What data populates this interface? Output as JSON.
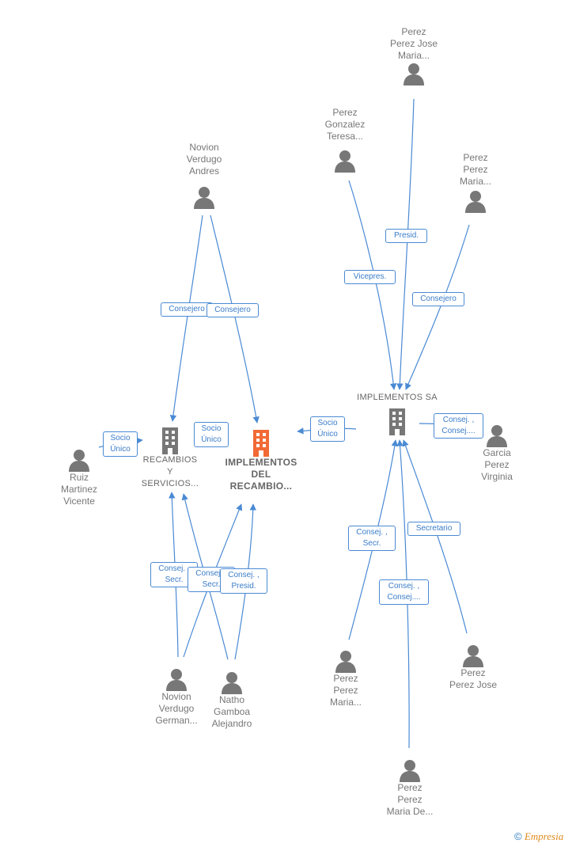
{
  "colors": {
    "edge": "#4a8ad4",
    "person": "#777777",
    "building": "#777777",
    "focus_building": "#f26a36"
  },
  "people": {
    "perez_jose_maria": "Perez\nPerez Jose\nMaria...",
    "perez_gonzalez_teresa": "Perez\nGonzalez\nTeresa...",
    "perez_perez_maria_top": "Perez\nPerez\nMaria...",
    "novion_verdugo_andres": "Novion\nVerdugo\nAndres",
    "ruiz_martinez_vicente": "Ruiz\nMartinez\nVicente",
    "garcia_perez_virginia": "Garcia\nPerez\nVirginia",
    "novion_verdugo_german": "Novion\nVerdugo\nGerman...",
    "natho_gamboa_alejandro": "Natho\nGamboa\nAlejandro",
    "perez_perez_maria_bottom": "Perez\nPerez\nMaria...",
    "perez_perez_jose": "Perez\nPerez Jose",
    "perez_perez_maria_de": "Perez\nPerez\nMaria De..."
  },
  "companies": {
    "implementos_sa": "IMPLEMENTOS SA",
    "recambios": "RECAMBIOS\nY\nSERVICIOS...",
    "implementos_del_recambio": "IMPLEMENTOS\nDEL\nRECAMBIO..."
  },
  "relations": {
    "presid": "Presid.",
    "vicepres": "Vicepres.",
    "consejero_right": "Consejero",
    "consejero_left1": "Consejero",
    "consejero_left2": "Consejero",
    "socio_unico_left": "Socio\nÚnico",
    "socio_unico_mid": "Socio\nÚnico",
    "socio_unico_right": "Socio\nÚnico",
    "consej_consej_garcia": "Consej. ,\nConsej....",
    "consej_secr_right": "Consej. ,\nSecr.",
    "secretario": "Secretario",
    "consej_consej_bottom": "Consej. ,\nConsej....",
    "consej_secr_left1": "Consej. ,\nSecr.",
    "consej_secr_left2": "Consej. ,\nSecr.",
    "consej_presid": "Consej. ,\nPresid."
  },
  "brand": {
    "copyright": "©",
    "name": "Empresia"
  }
}
